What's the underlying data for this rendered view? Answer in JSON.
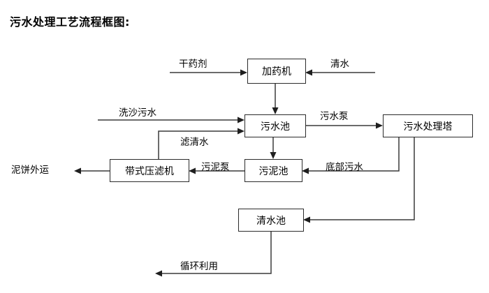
{
  "diagram": {
    "title": "污水处理工艺流程框图:",
    "nodes": [
      {
        "id": "dosing-machine",
        "label": "加药机"
      },
      {
        "id": "wastewater-pool",
        "label": "污水池"
      },
      {
        "id": "treatment-tower",
        "label": "污水处理塔"
      },
      {
        "id": "belt-filter-press",
        "label": "带式压滤机"
      },
      {
        "id": "sludge-pool",
        "label": "污泥池"
      },
      {
        "id": "clearwater-pool",
        "label": "清水池"
      }
    ],
    "terminals": [
      {
        "id": "dry-agent",
        "label": "干药剂"
      },
      {
        "id": "clean-water",
        "label": "清水"
      },
      {
        "id": "sand-wash-sewage",
        "label": "洗沙污水"
      },
      {
        "id": "mud-cake-out",
        "label": "泥饼外运"
      }
    ],
    "edge_labels": [
      {
        "id": "filtrate",
        "label": "滤清水"
      },
      {
        "id": "sewage-pump",
        "label": "污水泵"
      },
      {
        "id": "sludge-pump",
        "label": "污泥泵"
      },
      {
        "id": "bottom-sewage",
        "label": "底部污水"
      },
      {
        "id": "recycle-reuse",
        "label": "循环利用"
      }
    ],
    "colors": {
      "background": "#ffffff",
      "stroke": "#3a3a3a",
      "box_border": "#2b2b2b",
      "text": "#000000"
    }
  }
}
